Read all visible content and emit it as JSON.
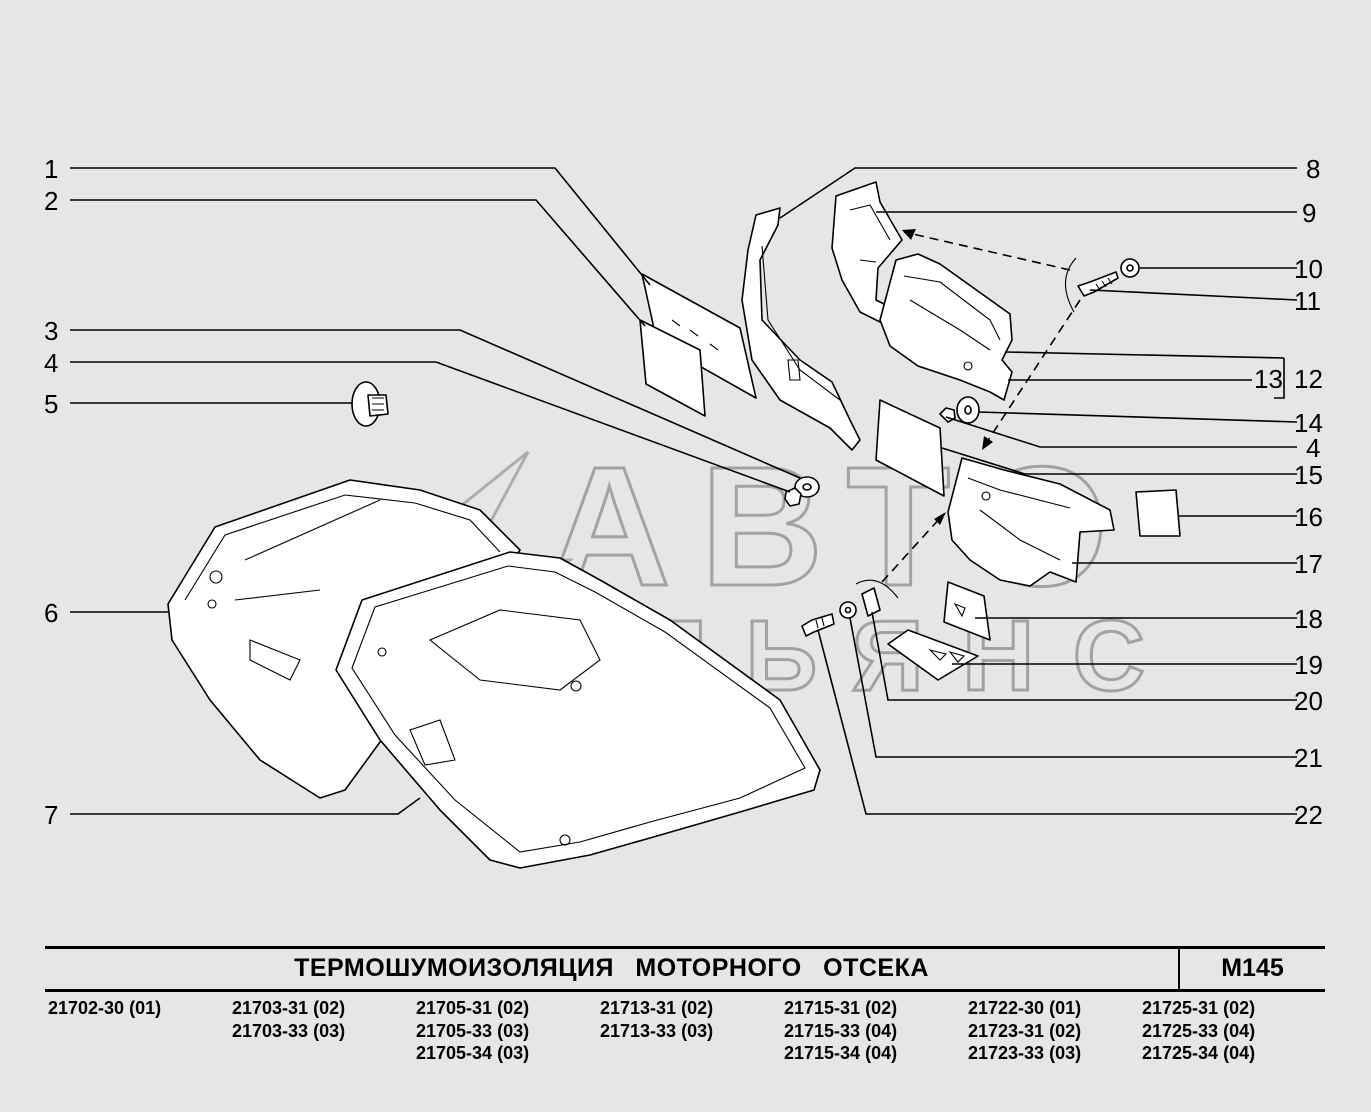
{
  "callouts": [
    "1",
    "2",
    "3",
    "4",
    "5",
    "6",
    "7",
    "8",
    "9",
    "10",
    "11",
    "12",
    "13",
    "14",
    "4",
    "15",
    "16",
    "17",
    "18",
    "19",
    "20",
    "21",
    "22"
  ],
  "watermark": {
    "line1": "АВТО",
    "line2": "АЛЬЯНС"
  },
  "title_block": {
    "title": "ТЕРМОШУМОИЗОЛЯЦИЯ МОТОРНОГО ОТСЕКА",
    "code": "М145"
  },
  "variants": [
    [
      "21702-30 (01)"
    ],
    [
      "21703-31 (02)",
      "21703-33 (03)"
    ],
    [
      "21705-31 (02)",
      "21705-33 (03)",
      "21705-34 (03)"
    ],
    [
      "21713-31 (02)",
      "21713-33 (03)"
    ],
    [
      "21715-31 (02)",
      "21715-33 (04)",
      "21715-34 (04)"
    ],
    [
      "21722-30 (01)",
      "21723-31 (02)",
      "21723-33 (03)"
    ],
    [
      "21725-31 (02)",
      "21725-33 (04)",
      "21725-34 (04)"
    ]
  ]
}
